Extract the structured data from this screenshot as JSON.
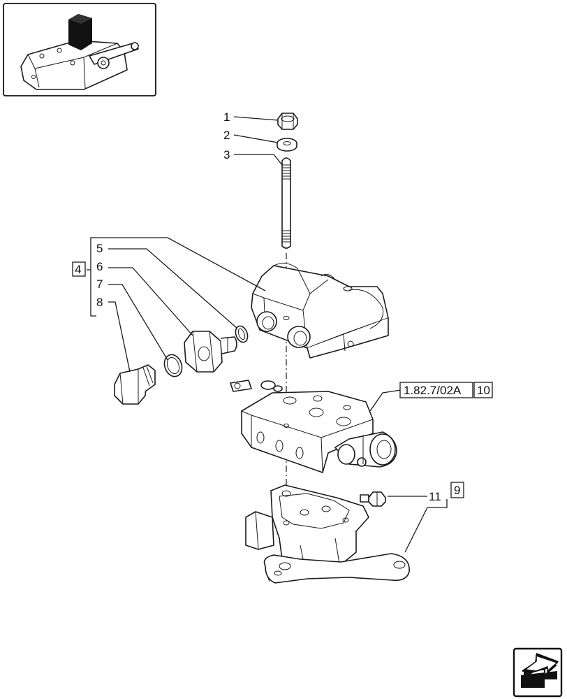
{
  "callouts": [
    {
      "id": "1",
      "text": "1"
    },
    {
      "id": "2",
      "text": "2"
    },
    {
      "id": "3",
      "text": "3"
    },
    {
      "id": "4",
      "text": "4"
    },
    {
      "id": "5",
      "text": "5"
    },
    {
      "id": "6",
      "text": "6"
    },
    {
      "id": "7",
      "text": "7"
    },
    {
      "id": "8",
      "text": "8"
    },
    {
      "id": "9",
      "text": "9"
    },
    {
      "id": "10",
      "text": "10"
    },
    {
      "id": "11",
      "text": "11"
    }
  ],
  "references": {
    "valve_ref": "1.82.7/02A"
  },
  "icons": {
    "thumbnail": "tractor-lift-thumbnail-icon",
    "navigation": "next-page-arrow-icon"
  }
}
